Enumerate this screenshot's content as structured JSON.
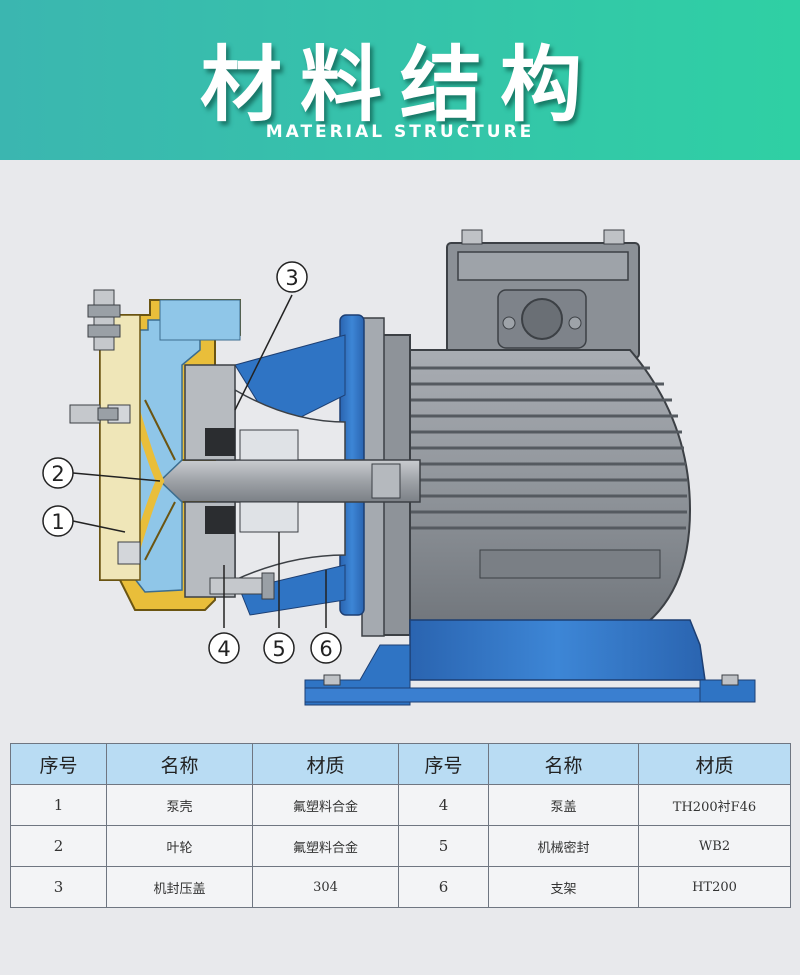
{
  "header": {
    "title": "材料结构",
    "subtitle": "MATERIAL STRUCTURE"
  },
  "diagram": {
    "callouts": [
      "1",
      "2",
      "3",
      "4",
      "5",
      "6"
    ]
  },
  "table": {
    "headers": [
      "序号",
      "名称",
      "材质",
      "序号",
      "名称",
      "材质"
    ],
    "rows": [
      [
        "1",
        "泵壳",
        "氟塑料合金",
        "4",
        "泵盖",
        "TH200衬F46"
      ],
      [
        "2",
        "叶轮",
        "氟塑料合金",
        "5",
        "机械密封",
        "WB2"
      ],
      [
        "3",
        "机封压盖",
        "304",
        "6",
        "支架",
        "HT200"
      ]
    ]
  },
  "colors": {
    "banner_start": "#3bb6b0",
    "banner_end": "#2fd0a4",
    "pump_blue": "#2f74c4",
    "lining_yellow": "#e9be3a",
    "table_header": "#b9dcf3"
  }
}
